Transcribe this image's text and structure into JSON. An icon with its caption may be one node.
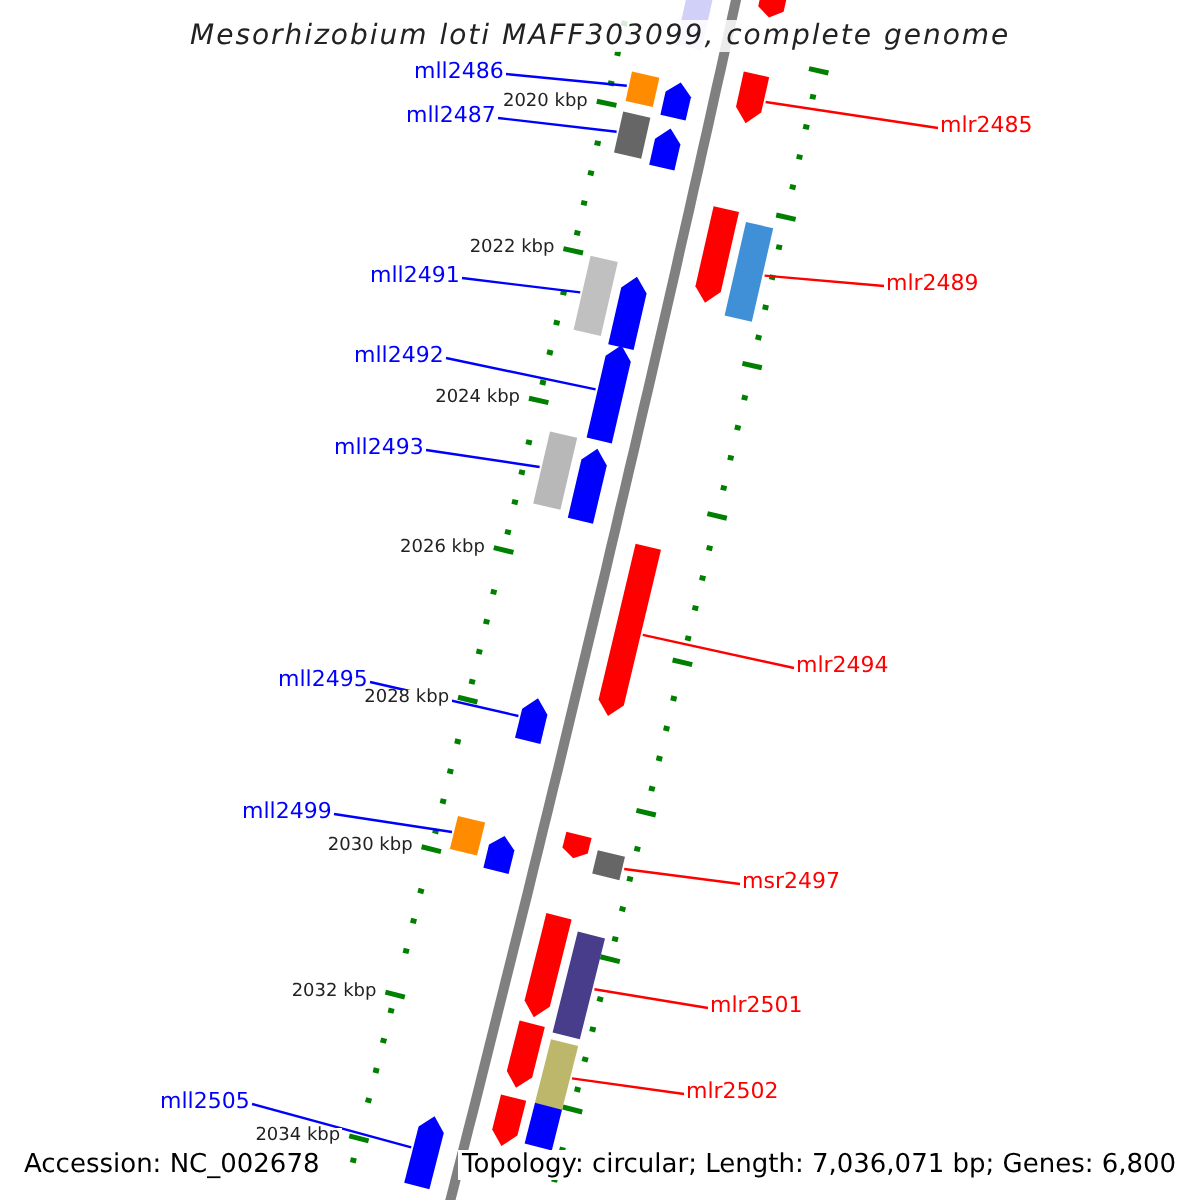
{
  "diagram": {
    "title": "Mesorhizobium loti MAFF303099, complete genome",
    "nodes": [
      {
        "text": [
          "mll2486"
        ]
      },
      {
        "text": [
          "mlr2485"
        ]
      },
      {
        "text": [
          "mll2487"
        ]
      },
      {
        "text": [
          "mlr2489"
        ]
      },
      {
        "text": [
          "mll2491"
        ]
      },
      {
        "text": [
          "mll2492"
        ]
      },
      {
        "text": [
          "mll2493"
        ]
      },
      {
        "text": [
          "mlr2494"
        ]
      },
      {
        "text": [
          "mll2495"
        ]
      },
      {
        "text": [
          "mll2499"
        ]
      },
      {
        "text": [
          "msr2497"
        ]
      },
      {
        "text": [
          "mlr2501"
        ]
      },
      {
        "text": [
          "mlr2502"
        ]
      },
      {
        "text": [
          "mll2505"
        ]
      },
      {
        "text": [],
        "shape": "arrow"
      },
      {
        "text": [],
        "shape": "arrow"
      },
      {
        "text": [],
        "shape": "arrow"
      },
      {
        "text": [],
        "shape": "box"
      },
      {
        "text": [],
        "shape": "arrow"
      },
      {
        "text": [],
        "shape": "box"
      },
      {
        "text": [],
        "shape": "arrow"
      },
      {
        "text": [],
        "shape": "arrow"
      },
      {
        "text": [],
        "shape": "box"
      },
      {
        "text": [],
        "shape": "box"
      },
      {
        "text": [],
        "shape": "arrow"
      },
      {
        "text": [],
        "shape": "arrow"
      },
      {
        "text": [],
        "shape": "box"
      },
      {
        "text": [],
        "shape": "arrow"
      },
      {
        "text": [],
        "shape": "arrow"
      },
      {
        "text": [],
        "shape": "arrow"
      },
      {
        "text": [],
        "shape": "arrow"
      },
      {
        "text": [],
        "shape": "box"
      },
      {
        "text": [],
        "shape": "box"
      },
      {
        "text": [],
        "shape": "arrow"
      },
      {
        "text": [],
        "shape": "arrow"
      },
      {
        "text": [],
        "shape": "box"
      },
      {
        "text": [],
        "shape": "arrow"
      },
      {
        "text": [],
        "shape": "box"
      },
      {
        "text": [],
        "shape": "arrow"
      },
      {
        "text": [],
        "shape": "box"
      },
      {
        "text": [],
        "shape": "arrow"
      }
    ],
    "edges": [
      {
        "from": 0,
        "to": 17,
        "arrow": "none"
      },
      {
        "from": 1,
        "to": 16,
        "arrow": "none",
        "color": "#ff0000"
      },
      {
        "from": 2,
        "to": 19,
        "arrow": "none"
      },
      {
        "from": 3,
        "to": 22,
        "arrow": "none",
        "color": "#ff0000"
      },
      {
        "from": 4,
        "to": 23,
        "arrow": "none"
      },
      {
        "from": 5,
        "to": 25,
        "arrow": "none"
      },
      {
        "from": 6,
        "to": 26,
        "arrow": "none"
      },
      {
        "from": 7,
        "to": 28,
        "arrow": "none",
        "color": "#ff0000"
      },
      {
        "from": 8,
        "to": 29,
        "arrow": "none"
      },
      {
        "from": 9,
        "to": 32,
        "arrow": "none"
      },
      {
        "from": 10,
        "to": 31,
        "arrow": "none",
        "color": "#ff0000"
      },
      {
        "from": 11,
        "to": 35,
        "arrow": "none",
        "color": "#ff0000"
      },
      {
        "from": 12,
        "to": 37,
        "arrow": "none",
        "color": "#ff0000"
      },
      {
        "from": 13,
        "to": 40,
        "arrow": "none"
      }
    ],
    "labels": [
      "2020 kbp",
      "2022 kbp",
      "2024 kbp",
      "2026 kbp",
      "2028 kbp",
      "2030 kbp",
      "2032 kbp",
      "2034 kbp",
      "Accession: NC_002678",
      "Topology: circular; Length: 7,036,071 bp; Genes: 6,800"
    ]
  }
}
